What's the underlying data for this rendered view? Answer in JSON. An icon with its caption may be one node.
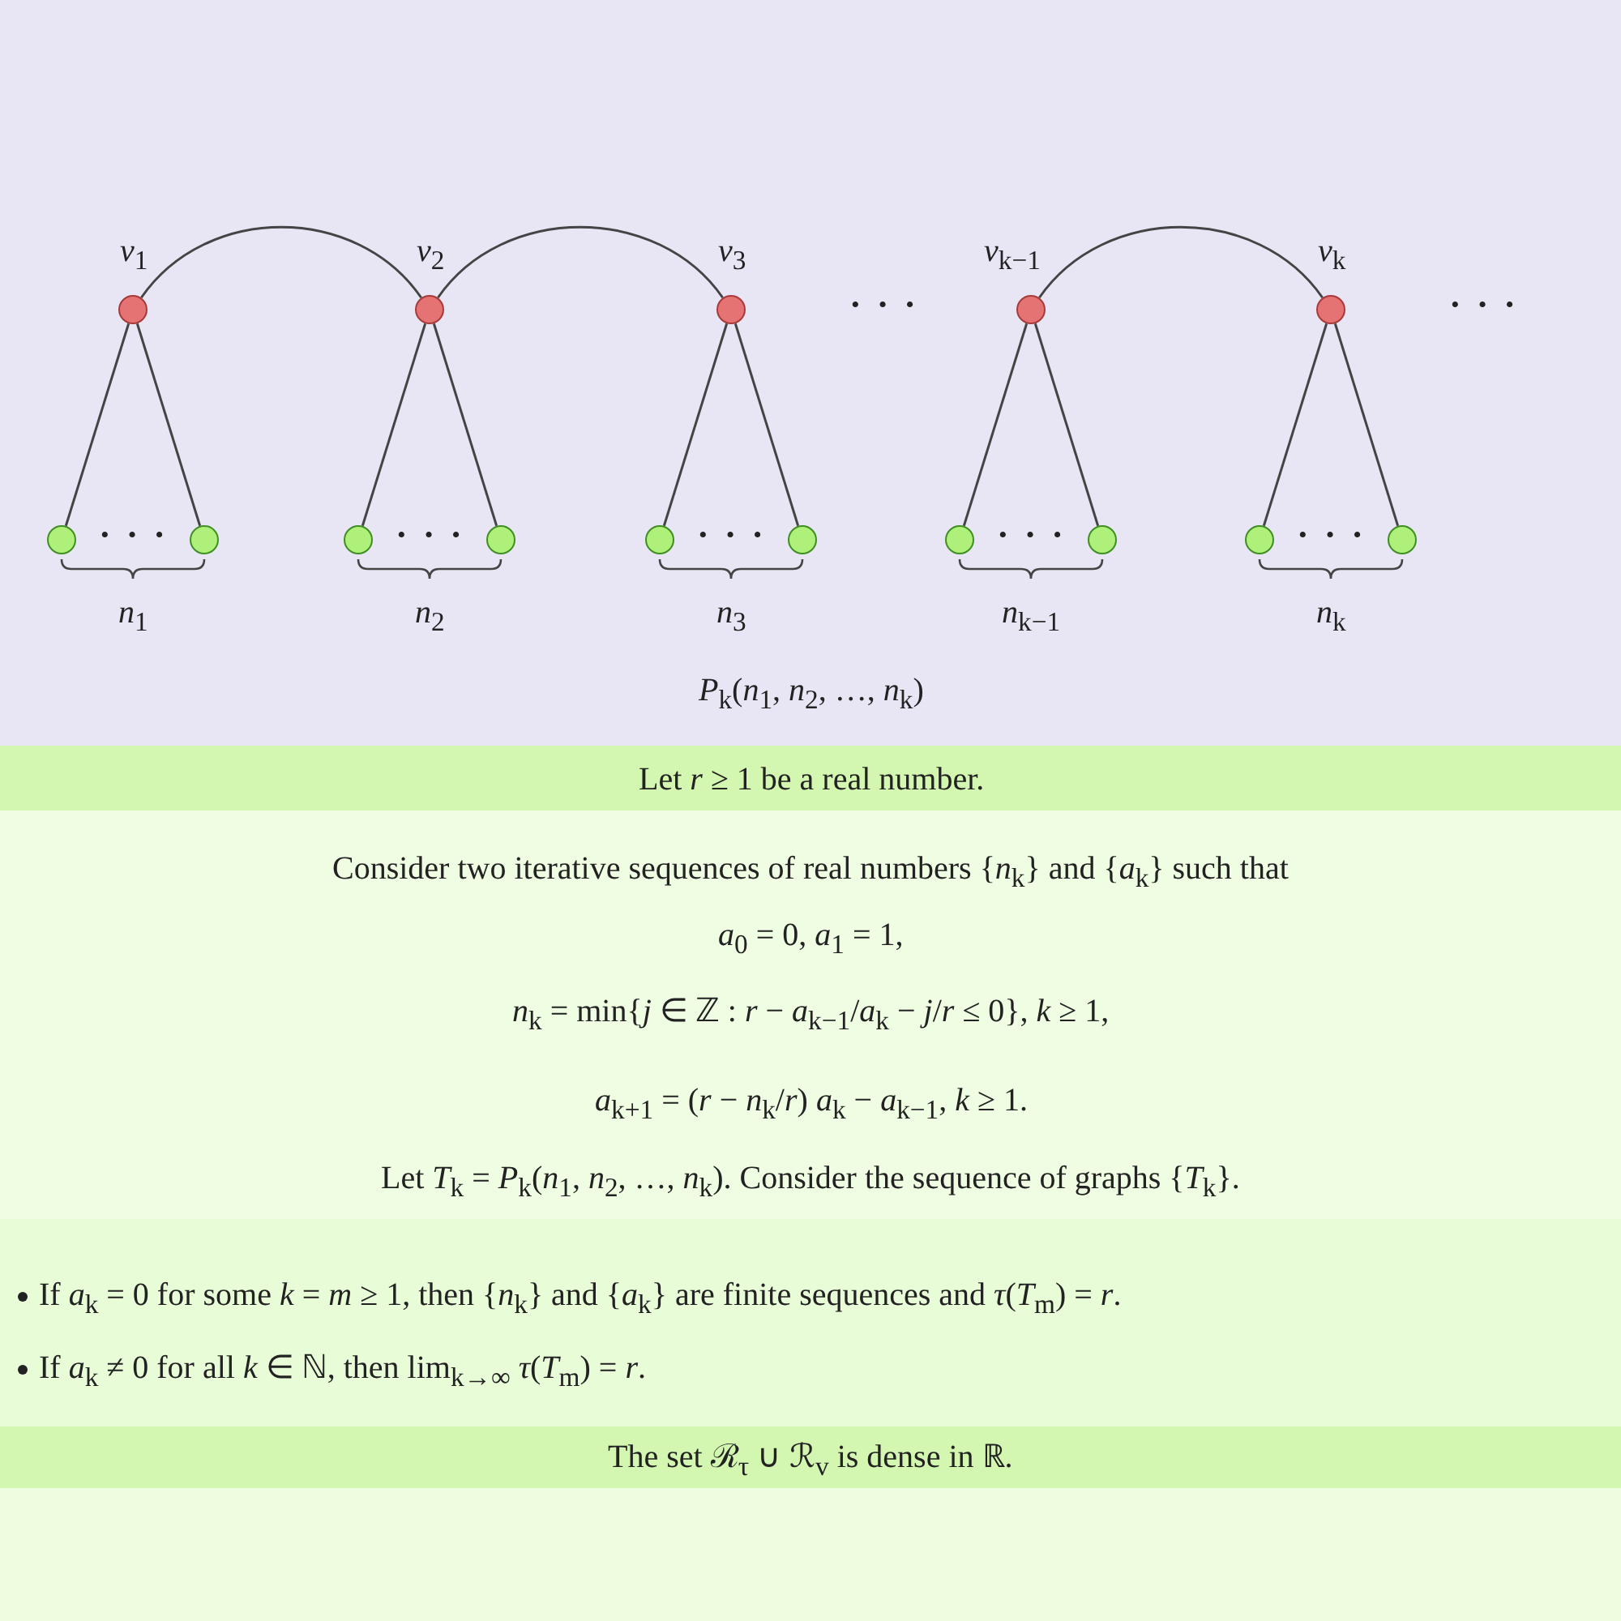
{
  "diagram": {
    "nodes": [
      {
        "text": [
          "*P*$_{k}$(*n*$_{1}$, *n*$_{2}$, …, *n*$_{k}$)"
        ]
      },
      {
        "text": [],
        "shape": "circle",
        "beside": [
          "*v*$_{1}$"
        ],
        "in": 0
      },
      {
        "text": [],
        "shape": "circle",
        "beside": [
          "*v*$_{2}$"
        ],
        "in": 0
      },
      {
        "text": [],
        "shape": "circle",
        "beside": [
          "*v*$_{3}$"
        ],
        "in": 0
      },
      {
        "text": [],
        "shape": "circle",
        "beside": [
          "*v*$_{k−1}$"
        ],
        "in": 0
      },
      {
        "text": [],
        "shape": "circle",
        "beside": [
          "*v*$_{k}$"
        ],
        "in": 0
      },
      {
        "text": [],
        "shape": "circle",
        "in": 0
      },
      {
        "text": [],
        "shape": "circle",
        "in": 0
      },
      {
        "text": [],
        "shape": "circle",
        "in": 0
      },
      {
        "text": [],
        "shape": "circle",
        "in": 0
      },
      {
        "text": [],
        "shape": "circle",
        "in": 0
      },
      {
        "text": [],
        "shape": "circle",
        "in": 0
      },
      {
        "text": [],
        "shape": "circle",
        "in": 0
      },
      {
        "text": [],
        "shape": "circle",
        "in": 0
      },
      {
        "text": [],
        "shape": "circle",
        "in": 0
      },
      {
        "text": [],
        "shape": "circle",
        "in": 0
      },
      {
        "text": [
          "Let *r* ≥ 1 be a real number."
        ]
      },
      {
        "text": [
          "Consider two iterative sequences of real numbers {*n*$_{k}$} and {*a*$_{k}$} such that",
          "*a*$_{0}$ = 0, *a*$_{1}$ = 1,",
          "*n*$_{k}$ = min{*j* ∈ ℤ : *r* − *a*$_{k−1}$/*a*$_{k}$ − *j*/*r* ≤ 0}, *k* ≥ 1,",
          "*a*$_{k+1}$ = (*r* − *n*$_{k}$/*r*) *a*$_{k}$ − *a*$_{k−1}$, *k* ≥ 1.",
          "Let *T*$_{k}$ = *P*$_{k}$(*n*$_{1}$, *n*$_{2}$, …, *n*$_{k}$). Consider the sequence of graphs {*T*$_{k}$}."
        ]
      },
      {
        "text": [
          "If *a*$_{k}$ = 0 for some *k* = *m* ≥ 1, then {*n*$_{k}$} and {*a*$_{k}$} are finite sequences and *τ*(*T*$_{m}$) = *r*.",
          "If *a*$_{k}$ ≠ 0 for all *k* ∈ ℕ, then lim$_{k→∞}$ *τ*(*T*$_{m}$) = *r*."
        ]
      },
      {
        "text": [
          "The set ℛ$_{τ}$ ∪ ℛ$_{v}$ is dense in ℝ."
        ]
      }
    ],
    "edges": [
      {
        "from": 1,
        "to": 2,
        "arrow": "none"
      },
      {
        "from": 2,
        "to": 3,
        "arrow": "none"
      },
      {
        "from": 4,
        "to": 5,
        "arrow": "none"
      },
      {
        "from": 1,
        "to": 6,
        "arrow": "none"
      },
      {
        "from": 1,
        "to": 7,
        "arrow": "none"
      },
      {
        "from": 2,
        "to": 8,
        "arrow": "none"
      },
      {
        "from": 2,
        "to": 9,
        "arrow": "none"
      },
      {
        "from": 3,
        "to": 10,
        "arrow": "none"
      },
      {
        "from": 3,
        "to": 11,
        "arrow": "none"
      },
      {
        "from": 4,
        "to": 12,
        "arrow": "none"
      },
      {
        "from": 4,
        "to": 13,
        "arrow": "none"
      },
      {
        "from": 5,
        "to": 14,
        "arrow": "none"
      },
      {
        "from": 5,
        "to": 15,
        "arrow": "none"
      }
    ],
    "labels": [
      "· · ·",
      "· · ·",
      "· · ·",
      "· · ·",
      "· · ·",
      "· · ·",
      "· · ·",
      "*n*$_{1}$",
      "*n*$_{2}$",
      "*n*$_{3}$",
      "*n*$_{k−1}$",
      "*n*$_{k}$"
    ]
  }
}
